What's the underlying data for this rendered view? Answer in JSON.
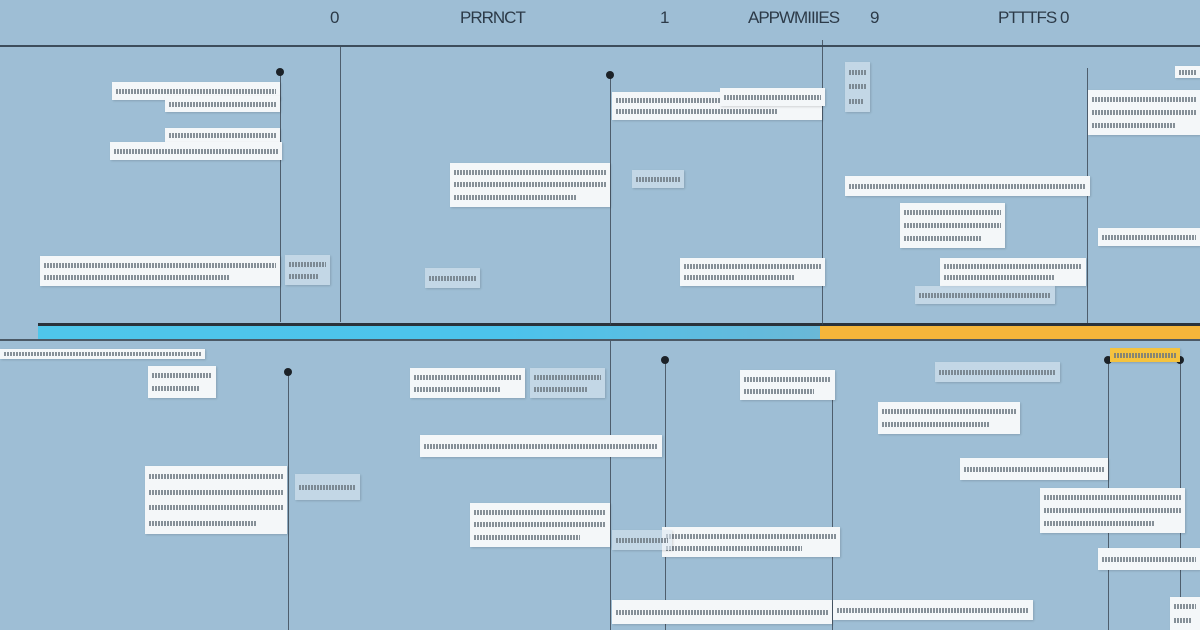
{
  "header": {
    "labels": [
      "0",
      "PRRNCT",
      "1",
      "APPWMIIIES",
      "9",
      "PTTTFS 0"
    ]
  },
  "timeline": {
    "colors": {
      "background": "#9ebed5",
      "phase_1": "#4fc6ea",
      "phase_2": "#f5b53a",
      "axis": "#2a323a"
    }
  }
}
